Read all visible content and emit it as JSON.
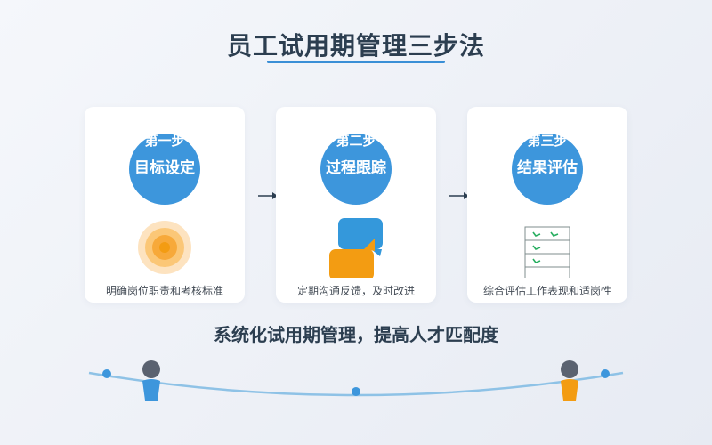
{
  "title": "员工试用期管理三步法",
  "steps": [
    {
      "step_label": "第一步",
      "step_name": "目标设定",
      "description": "明确岗位职责和考核标准",
      "icon": "target-icon"
    },
    {
      "step_label": "第二步",
      "step_name": "过程跟踪",
      "description": "定期沟通反馈，及时改进",
      "icon": "chat-bubbles-icon"
    },
    {
      "step_label": "第三步",
      "step_name": "结果评估",
      "description": "综合评估工作表现和适岗性",
      "icon": "checklist-icon"
    }
  ],
  "summary": "系统化试用期管理，提高人才匹配度",
  "colors": {
    "accent": "#3d96dc",
    "orange": "#f39c12",
    "dark_text": "#2c3e50",
    "figure_head": "#5a6270"
  }
}
